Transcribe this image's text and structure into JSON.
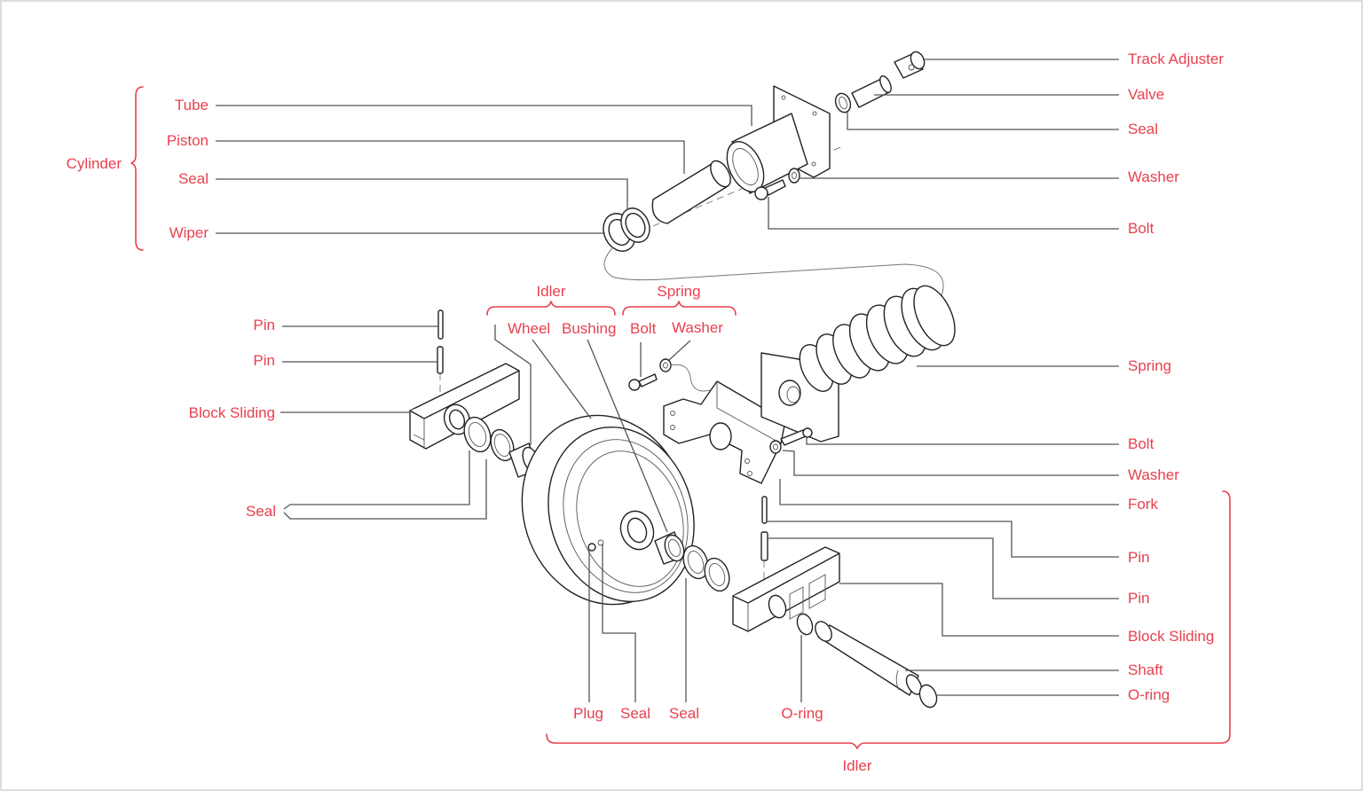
{
  "diagram": {
    "title": "Track Adjuster and Idler Assembly — Exploded View",
    "label_color": "#e8404e",
    "line_color": "#555555",
    "groups": [
      {
        "id": "cylinder",
        "label": "Cylinder"
      },
      {
        "id": "idler-top",
        "label": "Idler"
      },
      {
        "id": "spring-top",
        "label": "Spring"
      },
      {
        "id": "idler-bottom",
        "label": "Idler"
      }
    ],
    "labels": {
      "cylinder_tube": "Tube",
      "cylinder_piston": "Piston",
      "cylinder_seal": "Seal",
      "cylinder_wiper": "Wiper",
      "track_adjuster": "Track Adjuster",
      "valve": "Valve",
      "seal_right": "Seal",
      "washer_right": "Washer",
      "bolt_right": "Bolt",
      "pin_left_1": "Pin",
      "pin_left_2": "Pin",
      "block_sliding_left": "Block Sliding",
      "seal_left": "Seal",
      "wheel": "Wheel",
      "bushing": "Bushing",
      "bolt_mid": "Bolt",
      "washer_mid": "Washer",
      "spring": "Spring",
      "bolt_lower_right": "Bolt",
      "washer_lower_right": "Washer",
      "fork": "Fork",
      "pin_right_1": "Pin",
      "pin_right_2": "Pin",
      "block_sliding_right": "Block Sliding",
      "shaft": "Shaft",
      "oring_right": "O-ring",
      "plug": "Plug",
      "seal_bottom_1": "Seal",
      "seal_bottom_2": "Seal",
      "oring_bottom": "O-ring"
    }
  }
}
